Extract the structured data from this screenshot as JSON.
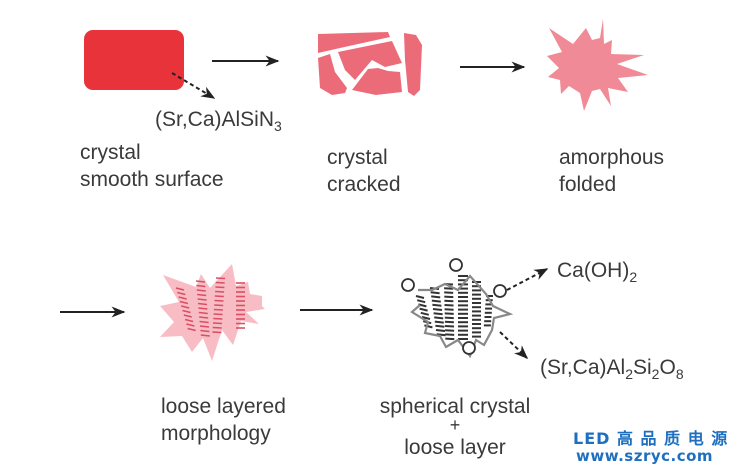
{
  "stages": [
    {
      "title": "(Sr,Ca)AlSiN",
      "title_sub": "3",
      "line1": "crystal",
      "line2": "smooth surface"
    },
    {
      "line1": "crystal",
      "line2": "cracked"
    },
    {
      "line1": "amorphous",
      "line2": "folded"
    },
    {
      "line1": "loose layered",
      "line2": "morphology"
    },
    {
      "line1": "spherical crystal",
      "plus": "+",
      "line2": "loose layer"
    }
  ],
  "products": {
    "p1": {
      "a": "Ca(OH)",
      "a_sub": "2"
    },
    "p2": {
      "a": "(Sr,Ca)Al",
      "a_sub": "2",
      "b": "Si",
      "b_sub": "2",
      "c": "O",
      "c_sub": "8"
    }
  },
  "watermark": {
    "line1": "LED 高 品 质 电 源",
    "line2": "www.szryc.com"
  },
  "colors": {
    "crystal": "#e8333b",
    "cracked": "#ec6b78",
    "amorphous": "#f08a96",
    "loose": "#f7bcc4",
    "layer_lines": "#d94f63",
    "arrow": "#222222",
    "text": "#3a3a3a",
    "watermark": "#1f6fc0"
  }
}
